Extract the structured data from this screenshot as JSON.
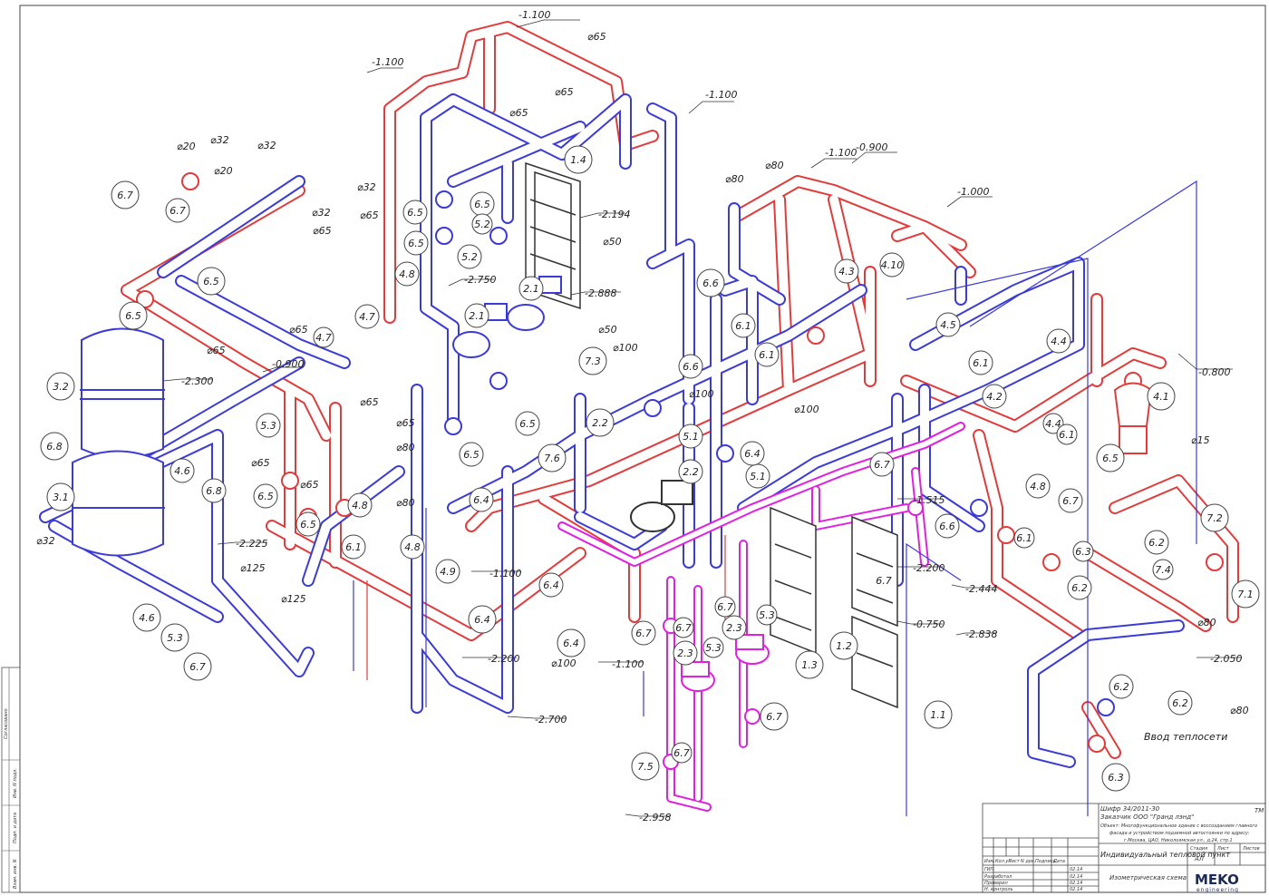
{
  "diagram": {
    "colors": {
      "supply": "#e03c3c",
      "return": "#3b3bd6",
      "dhw": "#e020e0",
      "equipment": "#333333"
    },
    "elevations": [
      "-1.100",
      "-1.100",
      "-1.100",
      "-1.100",
      "-0.900",
      "-1.000",
      "-0.800",
      "-0.900",
      "-2.300",
      "-2.750",
      "-2.888",
      "-2.194",
      "-2.225",
      "-1.100",
      "-2.200",
      "-2.700",
      "-1.100",
      "-1.515",
      "-2.200",
      "-2.444",
      "-0.750",
      "-2.838",
      "-2.050",
      "-2.958"
    ],
    "diameters": [
      "⌀65",
      "⌀65",
      "⌀65",
      "⌀20",
      "⌀32",
      "⌀32",
      "⌀20",
      "⌀32",
      "⌀32",
      "⌀65",
      "⌀65",
      "⌀65",
      "⌀65",
      "⌀65",
      "⌀65",
      "⌀65",
      "⌀80",
      "⌀80",
      "⌀50",
      "⌀50",
      "⌀100",
      "⌀100",
      "⌀100",
      "⌀80",
      "⌀80",
      "⌀125",
      "⌀125",
      "⌀32",
      "⌀15",
      "⌀80",
      "⌀80",
      "⌀100",
      "⌀65"
    ],
    "positions": [
      "6.7",
      "6.7",
      "6.5",
      "6.5",
      "3.2",
      "6.8",
      "3.1",
      "4.6",
      "5.3",
      "6.7",
      "5.3",
      "4.6",
      "6.8",
      "6.5",
      "6.5",
      "6.1",
      "4.8",
      "4.8",
      "4.9",
      "6.4",
      "6.4",
      "4.7",
      "4.7",
      "4.8",
      "6.5",
      "6.5",
      "6.5",
      "5.2",
      "5.2",
      "2.1",
      "2.1",
      "1.4",
      "7.3",
      "2.2",
      "7.6",
      "6.5",
      "6.5",
      "6.4",
      "6.4",
      "6.6",
      "6.6",
      "6.1",
      "6.1",
      "5.1",
      "5.1",
      "2.2",
      "6.4",
      "6.7",
      "6.7",
      "2.3",
      "2.3",
      "5.3",
      "5.3",
      "6.7",
      "6.7",
      "7.5",
      "6.7",
      "1.3",
      "1.2",
      "1.1",
      "6.6",
      "4.3",
      "4.10",
      "4.5",
      "6.7",
      "6.1",
      "4.2",
      "4.4",
      "4.4",
      "4.1",
      "6.5",
      "4.8",
      "6.7",
      "6.1",
      "6.3",
      "6.2",
      "7.2",
      "6.2",
      "7.4",
      "7.1",
      "6.2",
      "6.2",
      "6.3",
      "6.7",
      "6.1"
    ],
    "network_inlet_label": "Ввод теплосети"
  },
  "title_block": {
    "code": "Шифр 34/2011-30",
    "discipline": "ТМ",
    "customer": "Заказчик ООО \"Гранд лэнд\"",
    "object_lines": [
      "Объект: Многофункциональное здание с воссозданием главного",
      "фасада и устройством подземной автостоянки по адресу:",
      "г.Москва, ЦАО, Николоямская ул., д.24, стр.1"
    ],
    "header_cells": [
      "Изм.",
      "Кол.уч",
      "Лист",
      "N док.",
      "Подпись",
      "Дата"
    ],
    "stage_header": [
      "Стадия",
      "Лист",
      "Листов"
    ],
    "stage_value": "АЛ",
    "roles": [
      "ГИП",
      "Разработал",
      "Проверил",
      "Н. контроль"
    ],
    "dates": [
      "02.14",
      "02.14",
      "02.14",
      "02.14"
    ],
    "sheet_title": "Индивидуальный тепловой пункт",
    "drawing_title": "Изометрическая схема",
    "logo": "MEKO",
    "logo_sub": "engineering"
  },
  "side_stamp": [
    "Согласовано",
    "Инв. N подл.",
    "Подп. и дата",
    "Взам. инв. N"
  ]
}
